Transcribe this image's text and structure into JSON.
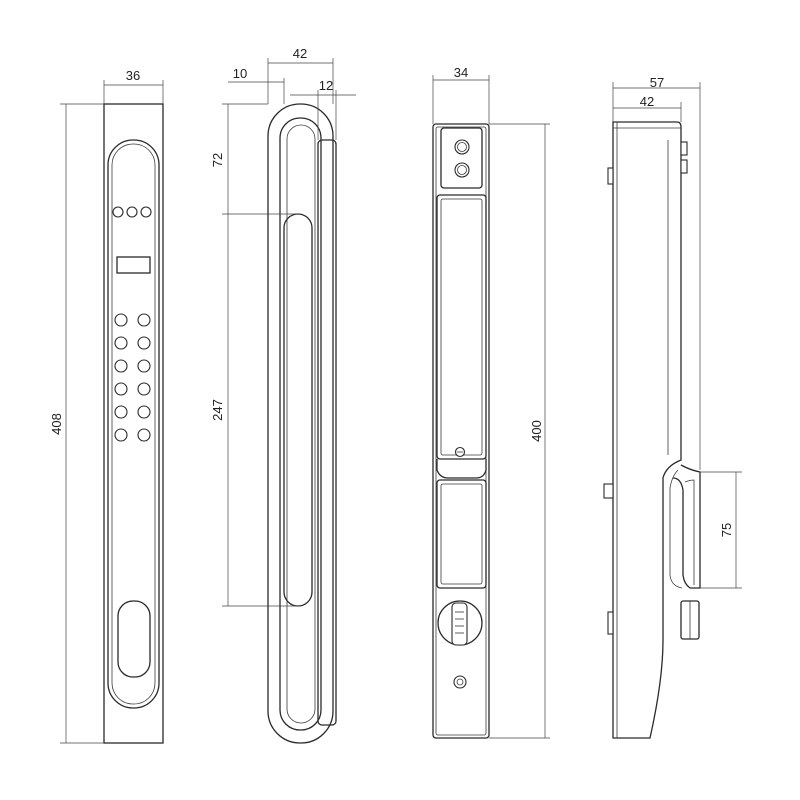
{
  "figure": {
    "views": [
      "front-view",
      "side-view-handle",
      "back-view",
      "profile-view"
    ]
  },
  "dimensions": {
    "front_width": "36",
    "front_height": "408",
    "side_total": "42",
    "side_inset": "10",
    "side_depth": "12",
    "side_top": "72",
    "side_handle": "247",
    "back_width": "34",
    "back_height": "400",
    "profile_total": "57",
    "profile_body": "42",
    "profile_lever": "75"
  }
}
